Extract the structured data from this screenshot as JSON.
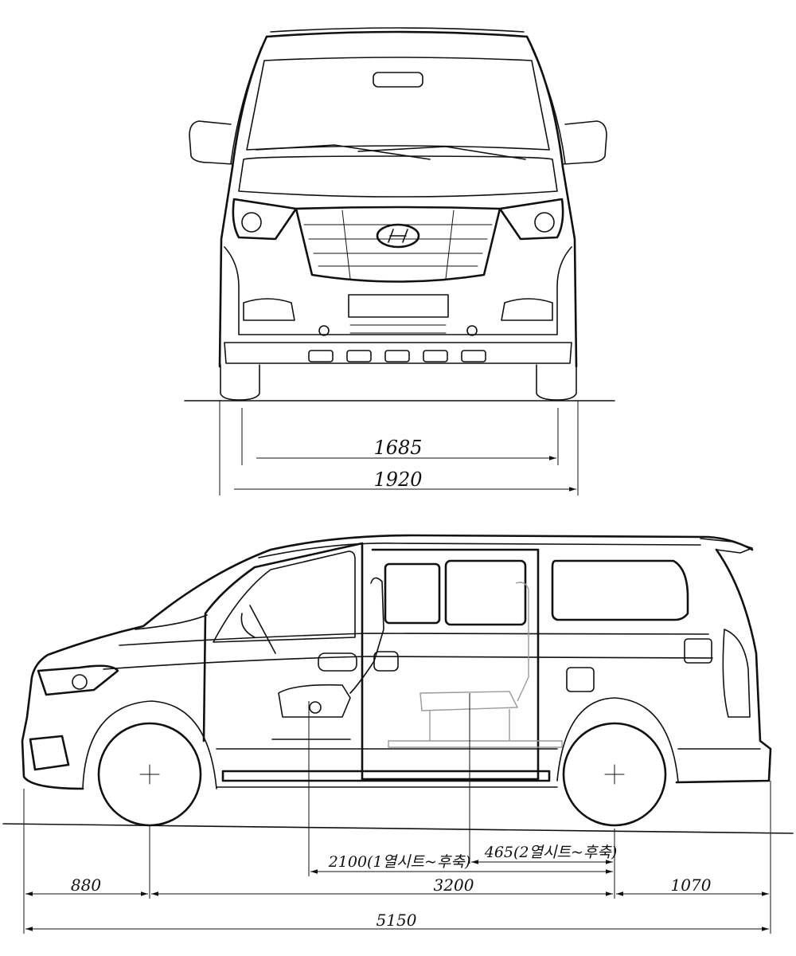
{
  "front_view": {
    "dimensions": [
      {
        "label": "1685",
        "value": 1685,
        "meaning": "tread"
      },
      {
        "label": "1920",
        "value": 1920,
        "meaning": "overall width"
      }
    ]
  },
  "side_view": {
    "dimensions": [
      {
        "label": "2100(1열시트~후축)",
        "value": 2100
      },
      {
        "label": "465(2열시트~후축)",
        "value": 465
      },
      {
        "label": "880",
        "value": 880
      },
      {
        "label": "3200",
        "value": 3200
      },
      {
        "label": "1070",
        "value": 1070
      },
      {
        "label": "5150",
        "value": 5150
      }
    ]
  },
  "colors": {
    "line": "#111111",
    "seat_outline": "#9a9a9a",
    "background": "#ffffff"
  }
}
